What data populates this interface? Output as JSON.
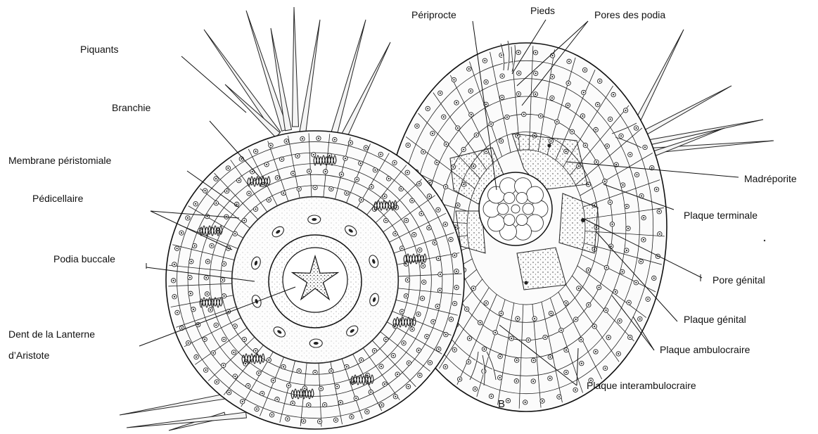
{
  "figure": {
    "panel_letter": "B",
    "labels": {
      "piquants": "Piquants",
      "branchie": "Branchie",
      "membrane": "Membrane péristomiale",
      "pedicellaire": "Pédicellaire",
      "podia_buccale": "Podia buccale",
      "dent_line1": "Dent de la Lanterne",
      "dent_line2": "d’Aristote",
      "periprocte": "Périprocte",
      "pieds": "Pieds",
      "pores_podia": "Pores des podia",
      "madreporite": "Madréporite",
      "plaque_terminale": "Plaque terminale",
      "pore_genital": "Pore génital",
      "plaque_genital": "Plaque génital",
      "plaque_ambulacraire": "Plaque  ambulocraire",
      "plaque_interambulacraire": "Plaque  interambulocraire"
    }
  }
}
